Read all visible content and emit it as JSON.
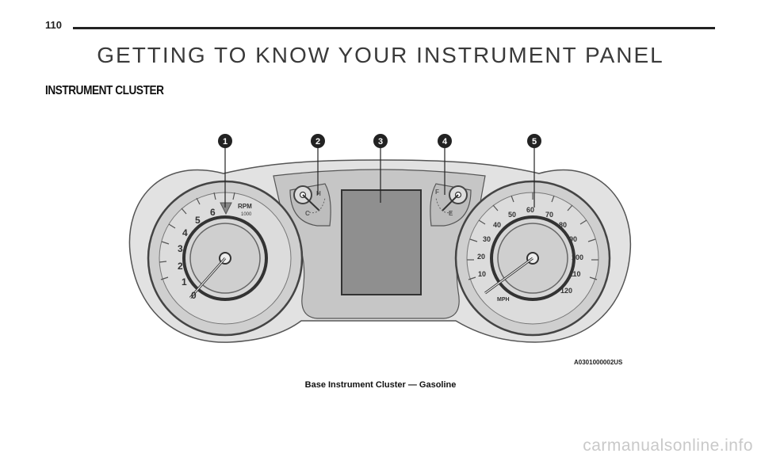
{
  "page": {
    "number": "110",
    "chapter_title": "GETTING TO KNOW YOUR INSTRUMENT PANEL",
    "section_heading": "INSTRUMENT CLUSTER"
  },
  "figure": {
    "callouts": [
      "1",
      "2",
      "3",
      "4",
      "5"
    ],
    "tachometer": {
      "label": "RPM",
      "sublabel": "1000",
      "ticks": [
        "0",
        "1",
        "2",
        "3",
        "4",
        "5",
        "6"
      ]
    },
    "temperature_gauge": {
      "low_label": "C",
      "high_label": "H"
    },
    "fuel_gauge": {
      "low_label": "E",
      "high_label": "F"
    },
    "speedometer": {
      "label": "MPH",
      "ticks": [
        "10",
        "20",
        "30",
        "40",
        "50",
        "60",
        "70",
        "80",
        "90",
        "100",
        "110",
        "120"
      ]
    },
    "figure_id": "A0301000002US",
    "caption": "Base Instrument Cluster — Gasoline"
  },
  "watermark": "carmanualsonline.info",
  "colors": {
    "cluster_fill": "#d4d4d4",
    "cluster_dark": "#a9a9a9",
    "display": "#8f8f8f",
    "callout": "#222222"
  }
}
